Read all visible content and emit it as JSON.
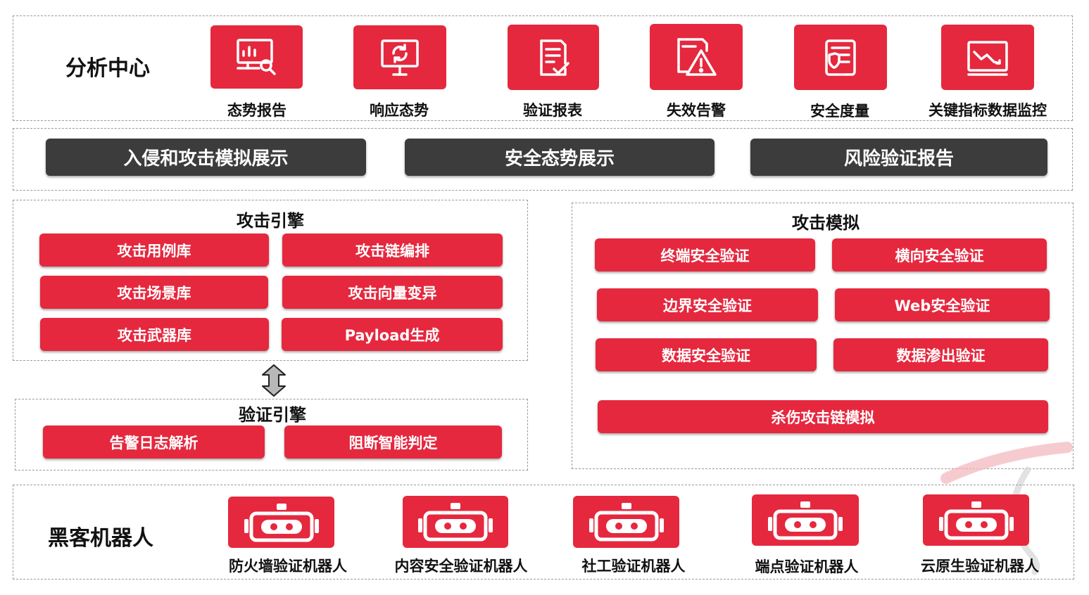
{
  "analysis_center": {
    "title": "分析中心",
    "items": [
      {
        "label": "态势报告",
        "icon": "monitor-search-icon"
      },
      {
        "label": "响应态势",
        "icon": "monitor-refresh-icon"
      },
      {
        "label": "验证报表",
        "icon": "document-check-icon"
      },
      {
        "label": "失效告警",
        "icon": "warning-icon"
      },
      {
        "label": "安全度量",
        "icon": "document-shield-icon"
      },
      {
        "label": "关键指标数据监控",
        "icon": "chart-monitor-icon"
      }
    ]
  },
  "display_layer": {
    "buttons": [
      "入侵和攻击模拟展示",
      "安全态势展示",
      "风险验证报告"
    ]
  },
  "attack_engine": {
    "title": "攻击引擎",
    "items": [
      "攻击用例库",
      "攻击链编排",
      "攻击场景库",
      "攻击向量变异",
      "攻击武器库",
      "Payload生成"
    ]
  },
  "verification_engine": {
    "title": "验证引擎",
    "items": [
      "告警日志解析",
      "阻断智能判定"
    ]
  },
  "attack_simulation": {
    "title": "攻击模拟",
    "items": [
      "终端安全验证",
      "横向安全验证",
      "边界安全验证",
      "Web安全验证",
      "数据安全验证",
      "数据渗出验证"
    ],
    "wide_item": "杀伤攻击链模拟"
  },
  "hacker_robots": {
    "title": "黑客机器人",
    "items": [
      {
        "label": "防火墙验证机器人",
        "icon": "robot-icon"
      },
      {
        "label": "内容安全验证机器人",
        "icon": "robot-icon"
      },
      {
        "label": "社工验证机器人",
        "icon": "robot-icon"
      },
      {
        "label": "端点验证机器人",
        "icon": "robot-icon"
      },
      {
        "label": "云原生验证机器人",
        "icon": "robot-icon"
      }
    ]
  },
  "colors": {
    "accent": "#e5283e",
    "dark": "#3c3c3c",
    "border": "#9a9a9a"
  }
}
